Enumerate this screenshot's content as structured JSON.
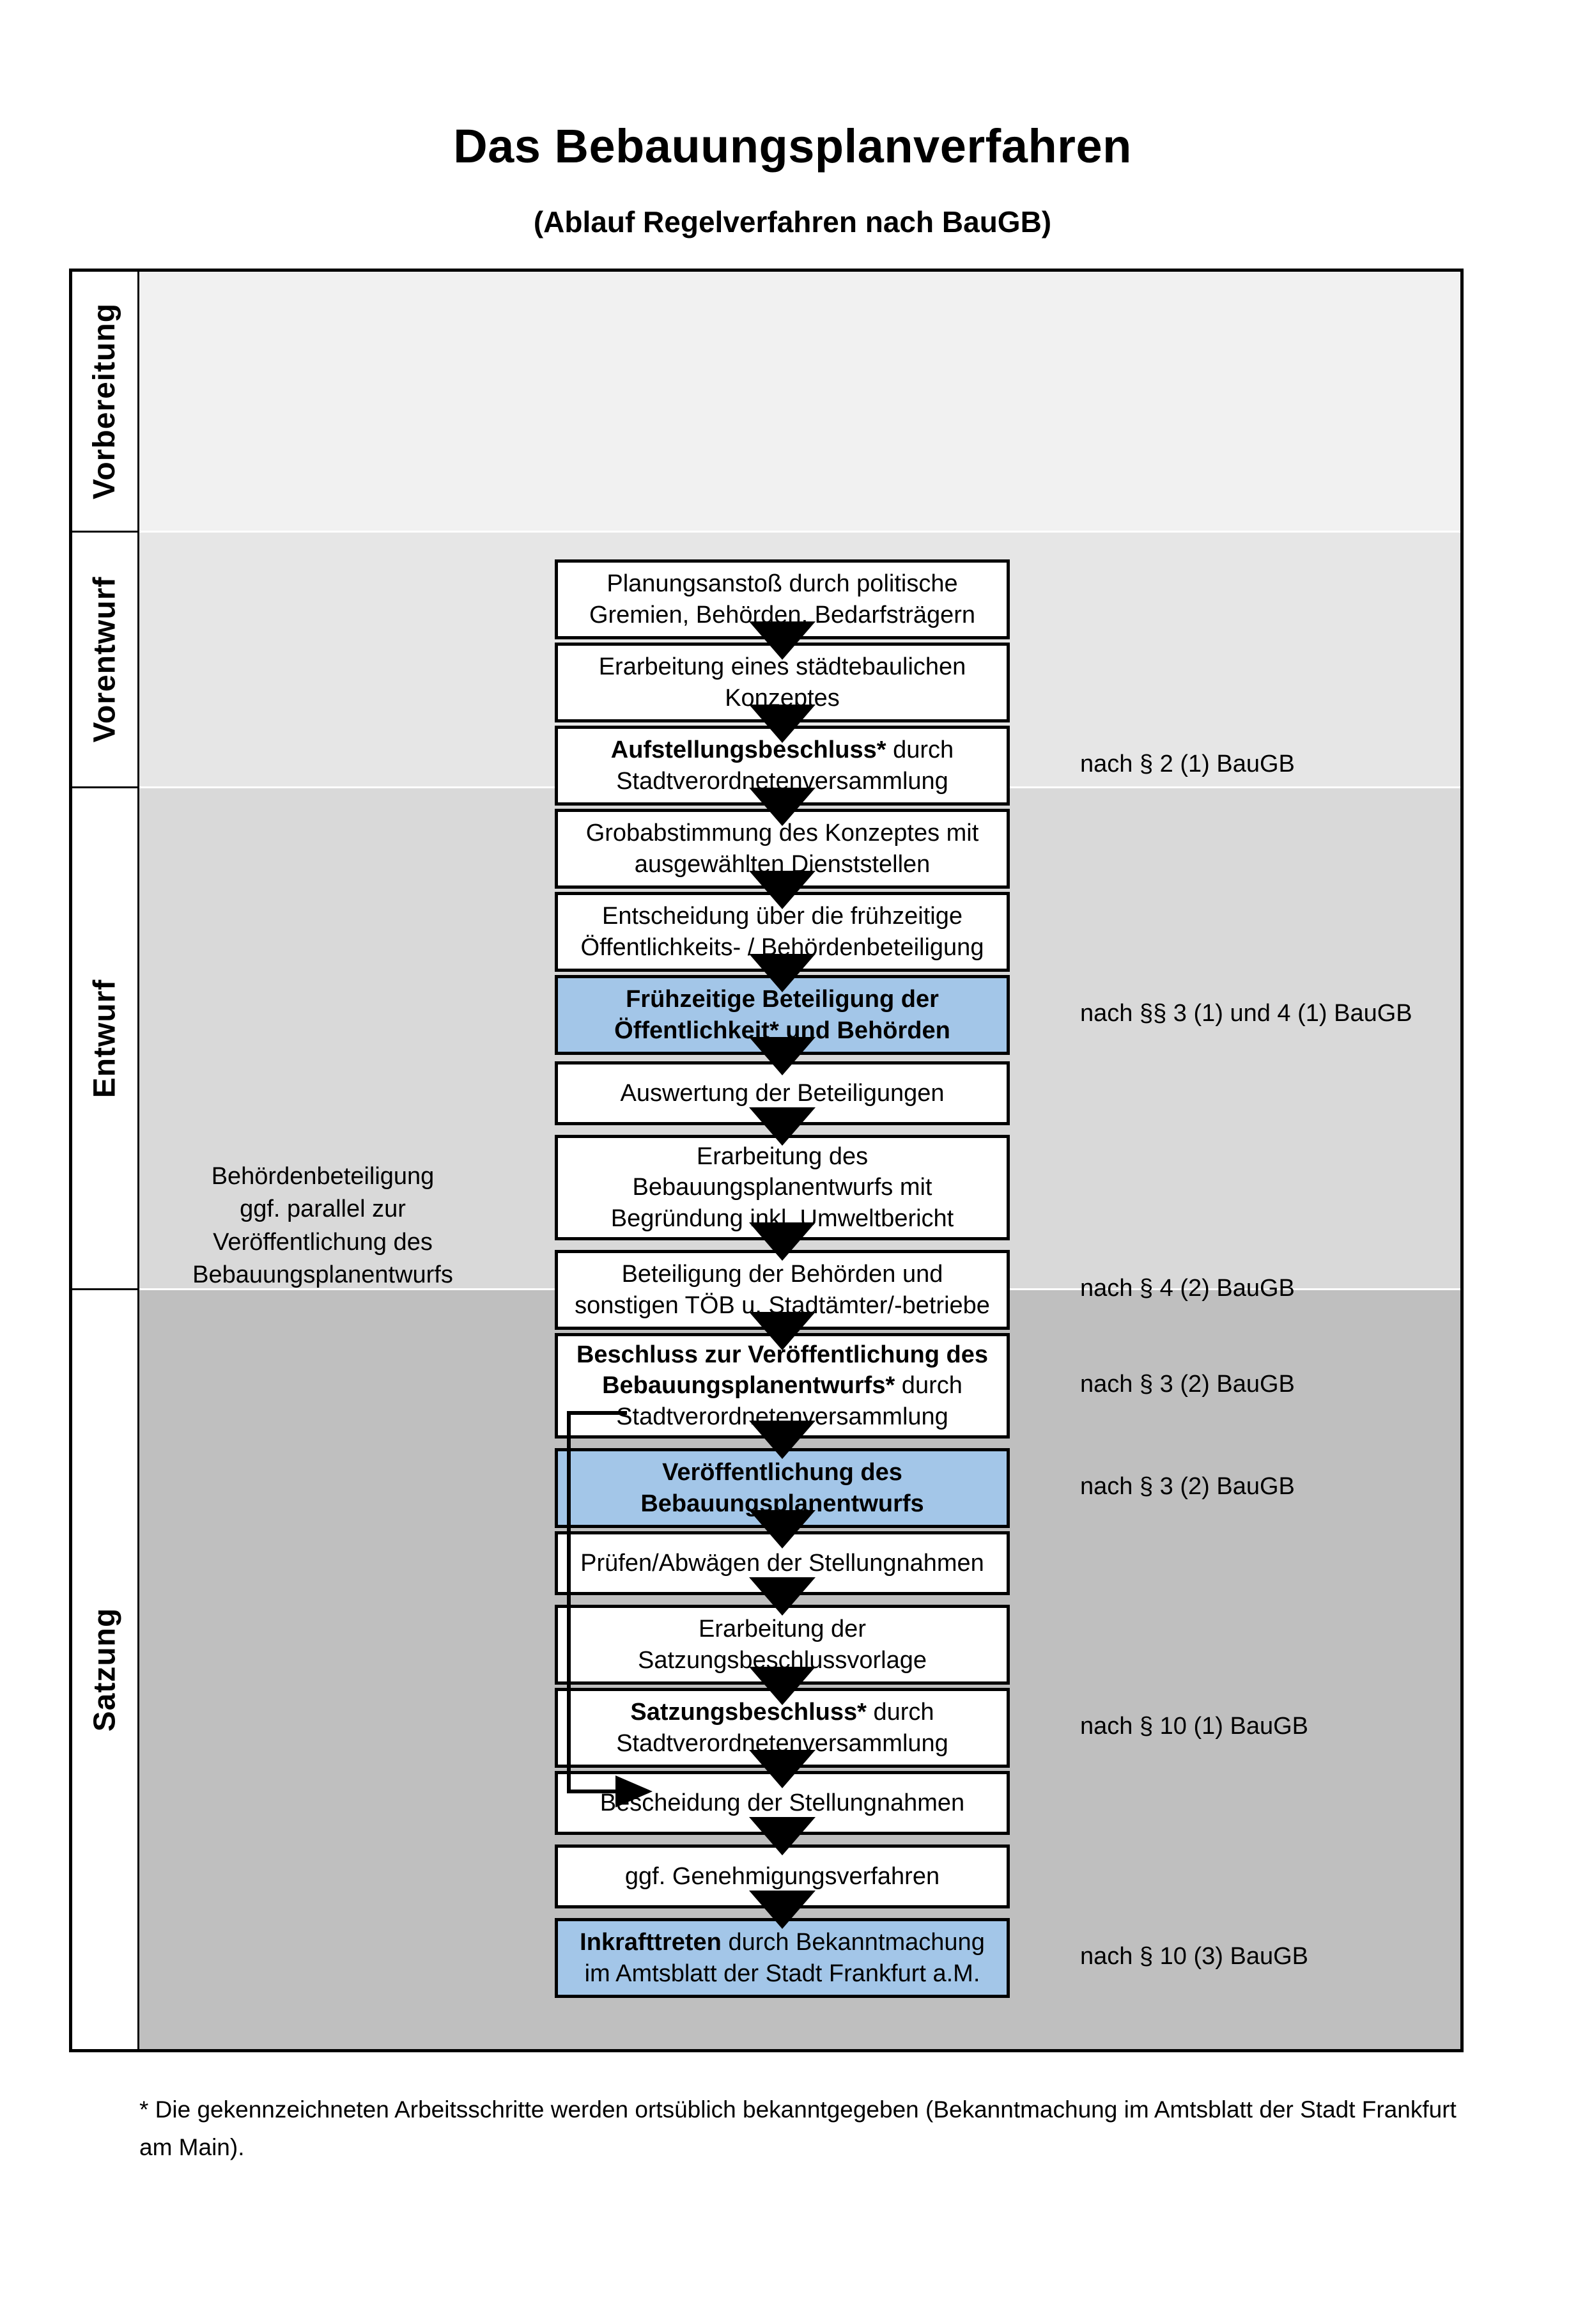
{
  "title": "Das Bebauungsplanverfahren",
  "subtitle": "(Ablauf Regelverfahren nach BauGB)",
  "colors": {
    "highlight_blue": "#a3c6e8",
    "band_vorbereitung": "#f1f1f1",
    "band_vorentwurf": "#e6e6e6",
    "band_entwurf": "#d9d9d9",
    "band_satzung": "#bfbfbf",
    "outline": "#000000"
  },
  "phases": [
    {
      "id": "vorbereitung",
      "label": "Vorbereitung"
    },
    {
      "id": "vorentwurf",
      "label": "Vorentwurf"
    },
    {
      "id": "entwurf",
      "label": "Entwurf"
    },
    {
      "id": "satzung",
      "label": "Satzung"
    }
  ],
  "steps": [
    {
      "id": "planungsanstoss",
      "phase": "vorbereitung",
      "highlight": false,
      "line1_bold": "",
      "line1": "Planungsanstoß durch politische",
      "line2": "Gremien, Behörden, Bedarfsträgern"
    },
    {
      "id": "staedtebau-konzept",
      "phase": "vorbereitung",
      "highlight": false,
      "line1_bold": "",
      "line1": "Erarbeitung eines städtebaulichen",
      "line2": "Konzeptes"
    },
    {
      "id": "aufstellungsbeschluss",
      "phase": "vorbereitung",
      "highlight": false,
      "line1_bold": "Aufstellungsbeschluss*",
      "line1": " durch",
      "line2": "Stadtverordnetenversammlung"
    },
    {
      "id": "grobabstimmung",
      "phase": "vorentwurf",
      "highlight": false,
      "line1_bold": "",
      "line1": "Grobabstimmung des Konzeptes mit",
      "line2": "ausgewählten Dienststellen"
    },
    {
      "id": "entscheidung-fruehzeitig",
      "phase": "vorentwurf",
      "highlight": false,
      "line1_bold": "",
      "line1": "Entscheidung über die frühzeitige",
      "line2": "Öffentlichkeits- / Behördenbeteiligung"
    },
    {
      "id": "fruehzeitige-beteiligung",
      "phase": "vorentwurf",
      "highlight": true,
      "line1_bold": "Frühzeitige Beteiligung der",
      "line1": "",
      "line2_bold": "Öffentlichkeit* und Behörden",
      "line2": ""
    },
    {
      "id": "auswertung-beteiligungen",
      "phase": "entwurf",
      "highlight": false,
      "line1_bold": "",
      "line1": "Auswertung der Beteiligungen",
      "line2": ""
    },
    {
      "id": "erarbeitung-bplanentwurf",
      "phase": "entwurf",
      "highlight": false,
      "line1_bold": "",
      "line1": "Erarbeitung des",
      "line2": "Bebauungsplanentwurfs mit",
      "line3": "Begründung inkl. Umweltbericht"
    },
    {
      "id": "beteiligung-behoerden-toeb",
      "phase": "entwurf",
      "highlight": false,
      "line1_bold": "",
      "line1": "Beteiligung der Behörden und",
      "line2": "sonstigen TÖB u. Stadtämter/-betriebe"
    },
    {
      "id": "beschluss-veroeffentlichung",
      "phase": "entwurf",
      "highlight": false,
      "line1_bold": "Beschluss zur Veröffentlichung des",
      "line1": "",
      "line2_bold": "Bebauungsplanentwurfs*",
      "line2": " durch",
      "line3": "Stadtverordnetenversammlung"
    },
    {
      "id": "veroeffentlichung-bplanentwurf",
      "phase": "entwurf",
      "highlight": true,
      "line1_bold": "Veröffentlichung des",
      "line1": "",
      "line2_bold": "Bebauungsplanentwurfs",
      "line2": ""
    },
    {
      "id": "pruefen-abwaegen",
      "phase": "satzung",
      "highlight": false,
      "line1_bold": "",
      "line1": "Prüfen/Abwägen der Stellungnahmen",
      "line2": ""
    },
    {
      "id": "erarbeitung-satzungsvorlage",
      "phase": "satzung",
      "highlight": false,
      "line1_bold": "",
      "line1": "Erarbeitung der",
      "line2": "Satzungsbeschlussvorlage"
    },
    {
      "id": "satzungsbeschluss",
      "phase": "satzung",
      "highlight": false,
      "line1_bold": "Satzungsbeschluss*",
      "line1": " durch",
      "line2": "Stadtverordnetenversammlung"
    },
    {
      "id": "bescheidung-stellungnahmen",
      "phase": "satzung",
      "highlight": false,
      "line1_bold": "",
      "line1": "Bescheidung der Stellungnahmen",
      "line2": ""
    },
    {
      "id": "genehmigungsverfahren",
      "phase": "satzung",
      "highlight": false,
      "line1_bold": "",
      "line1": "ggf. Genehmigungsverfahren",
      "line2": ""
    },
    {
      "id": "inkrafttreten",
      "phase": "satzung",
      "highlight": true,
      "line1_bold": "Inkrafttreten",
      "line1": " durch Bekanntmachung",
      "line2": "im Amtsblatt der Stadt Frankfurt a.M."
    }
  ],
  "legal_refs": [
    {
      "id": "ref-par2-1",
      "text": "nach § 2 (1) BauGB",
      "for_step": "aufstellungsbeschluss"
    },
    {
      "id": "ref-par3-4-1",
      "text": "nach §§ 3 (1) und 4 (1) BauGB",
      "for_step": "fruehzeitige-beteiligung"
    },
    {
      "id": "ref-par4-2",
      "text": "nach § 4 (2) BauGB",
      "for_step": "beteiligung-behoerden-toeb"
    },
    {
      "id": "ref-par3-2-a",
      "text": "nach § 3 (2) BauGB",
      "for_step": "beschluss-veroeffentlichung"
    },
    {
      "id": "ref-par3-2-b",
      "text": "nach § 3 (2) BauGB",
      "for_step": "veroeffentlichung-bplanentwurf"
    },
    {
      "id": "ref-par10-1",
      "text": "nach § 10 (1) BauGB",
      "for_step": "satzungsbeschluss"
    },
    {
      "id": "ref-par10-3",
      "text": "nach § 10 (3) BauGB",
      "for_step": "inkrafttreten"
    }
  ],
  "side_note": {
    "line1": "Behördenbeteiligung",
    "line2": "ggf. parallel zur",
    "line3": "Veröffentlichung des",
    "line4": "Bebauungsplanentwurfs"
  },
  "footnote": "* Die gekennzeichneten Arbeitsschritte werden ortsüblich bekanntgegeben (Bekanntmachung im Amtsblatt  der Stadt Frankfurt am Main)."
}
